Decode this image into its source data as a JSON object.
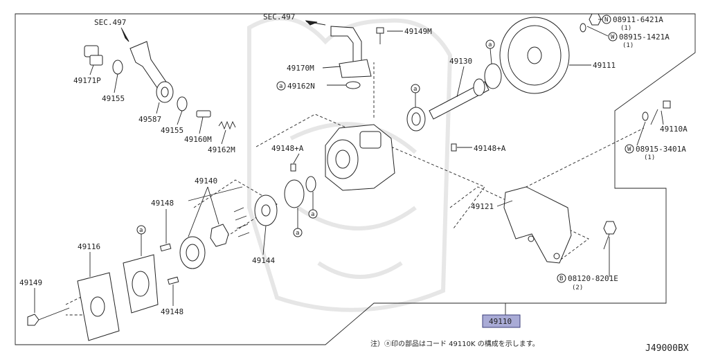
{
  "diagram": {
    "sec_left": "SEC.497",
    "sec_top": "SEC.497",
    "assembly_code": "49110",
    "footer_note": "注）ⓐ印の部品はコード 49110K の構成を示します。",
    "footer_code": "J49000BX",
    "badge_letters": {
      "a": "a",
      "n": "N",
      "w": "W",
      "b": "B"
    },
    "labels": {
      "p49171P": "49171P",
      "p49155a": "49155",
      "p49587": "49587",
      "p49155b": "49155",
      "p49160M": "49160M",
      "p49162M": "49162M",
      "p49170M": "49170M",
      "p49162N": "49162N",
      "p49149M": "49149M",
      "p49130": "49130",
      "p49111": "49111",
      "p08911": "08911-6421A",
      "p08911q": "(1)",
      "p08915a": "08915-1421A",
      "p08915aq": "(1)",
      "p49110A": "49110A",
      "p08915b": "08915-3401A",
      "p08915bq": "(1)",
      "p49148A1": "49148+A",
      "p49148A2": "49148+A",
      "p49140": "49140",
      "p49148a": "49148",
      "p49148b": "49148",
      "p49116": "49116",
      "p49149": "49149",
      "p49144": "49144",
      "p49121": "49121",
      "p08120": "08120-8201E",
      "p08120q": "(2)"
    }
  }
}
